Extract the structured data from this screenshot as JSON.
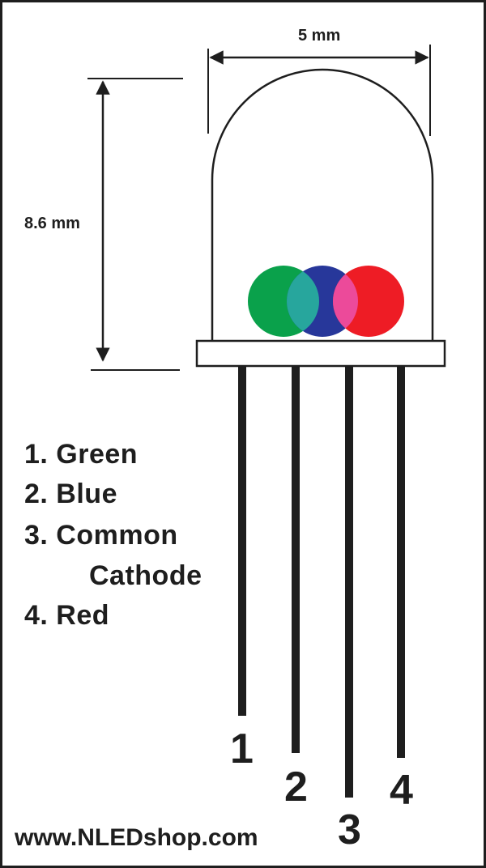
{
  "dimensions": {
    "width_label": "5 mm",
    "height_label": "8.6 mm"
  },
  "led": {
    "colors": {
      "green": "#0aa14b",
      "blue": "#27379a",
      "red": "#ee1c25",
      "green_blue_overlap": "#27a69d",
      "blue_red_overlap": "#ec4a9a"
    }
  },
  "legend": {
    "green": "1. Green",
    "blue": "2. Blue",
    "common_line1": "3. Common",
    "common_line2": "Cathode",
    "red": "4. Red"
  },
  "pins": {
    "pin1": "1",
    "pin2": "2",
    "pin3": "3",
    "pin4": "4"
  },
  "footer": {
    "website": "www.NLEDshop.com"
  }
}
